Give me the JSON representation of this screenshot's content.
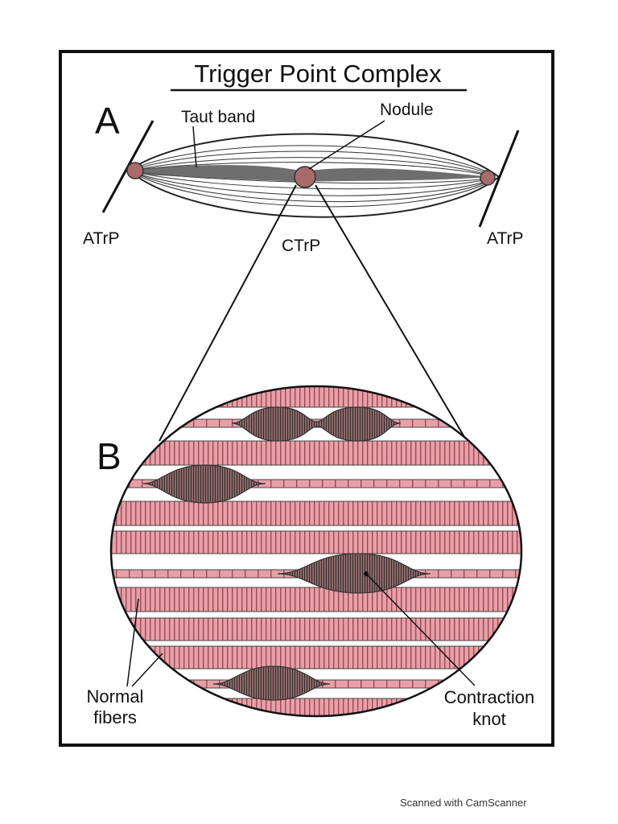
{
  "title": "Trigger Point Complex",
  "panel_a": {
    "letter": "A",
    "labels": {
      "taut_band": "Taut band",
      "nodule": "Nodule",
      "atrp_left": "ATrP",
      "ctrp": "CTrP",
      "atrp_right": "ATrP"
    }
  },
  "panel_b": {
    "letter": "B",
    "labels": {
      "normal_fibers_line1": "Normal",
      "normal_fibers_line2": "fibers",
      "contraction_knot_line1": "Contraction",
      "contraction_knot_line2": "knot"
    }
  },
  "colors": {
    "fiber_pink": "#e8a0a8",
    "fiber_stripe": "#9a4a55",
    "knot": "#8a6a6a",
    "muscle_dark": "#555555",
    "nodule_fill": "#a86a6a",
    "frame": "#111111"
  },
  "footer": "Scanned with CamScanner"
}
